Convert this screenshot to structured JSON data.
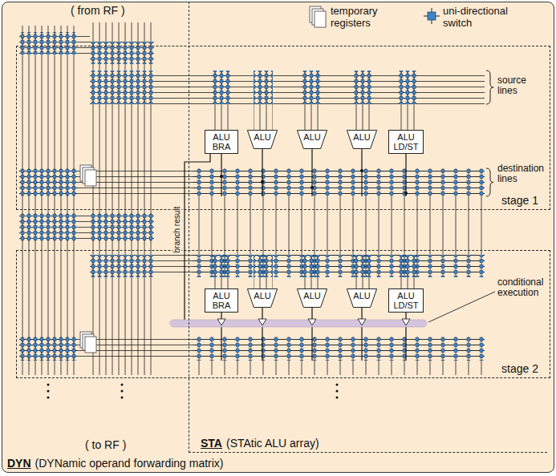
{
  "diagram": {
    "nodes": [
      {
        "text": [
          "DYN",
          "(DYNamic operand forwarding matrix)"
        ]
      },
      {
        "text": [
          "STA",
          "(STAtic ALU array)"
        ],
        "in": 0
      },
      {
        "text": [
          "stage 1"
        ],
        "in": 0
      },
      {
        "text": [
          "ALU BRA"
        ],
        "in": 2
      },
      {
        "text": [
          "ALU"
        ],
        "in": 2
      },
      {
        "text": [
          "ALU"
        ],
        "in": 2
      },
      {
        "text": [
          "ALU"
        ],
        "in": 2
      },
      {
        "text": [
          "ALU LD/ST"
        ],
        "in": 2
      },
      {
        "text": [
          "stage 2"
        ],
        "in": 0
      },
      {
        "text": [
          "ALU BRA"
        ],
        "in": 8
      },
      {
        "text": [
          "ALU"
        ],
        "in": 8
      },
      {
        "text": [
          "ALU"
        ],
        "in": 8
      },
      {
        "text": [
          "ALU"
        ],
        "in": 8
      },
      {
        "text": [
          "ALU LD/ST"
        ],
        "in": 8
      }
    ],
    "labels": [
      "( from RF )",
      "source lines",
      "destination lines",
      "branch result",
      "conditional execution",
      "( to RF )"
    ],
    "legend": [
      {
        "text": "temporary registers"
      },
      {
        "text": "uni-directional switch"
      }
    ]
  }
}
